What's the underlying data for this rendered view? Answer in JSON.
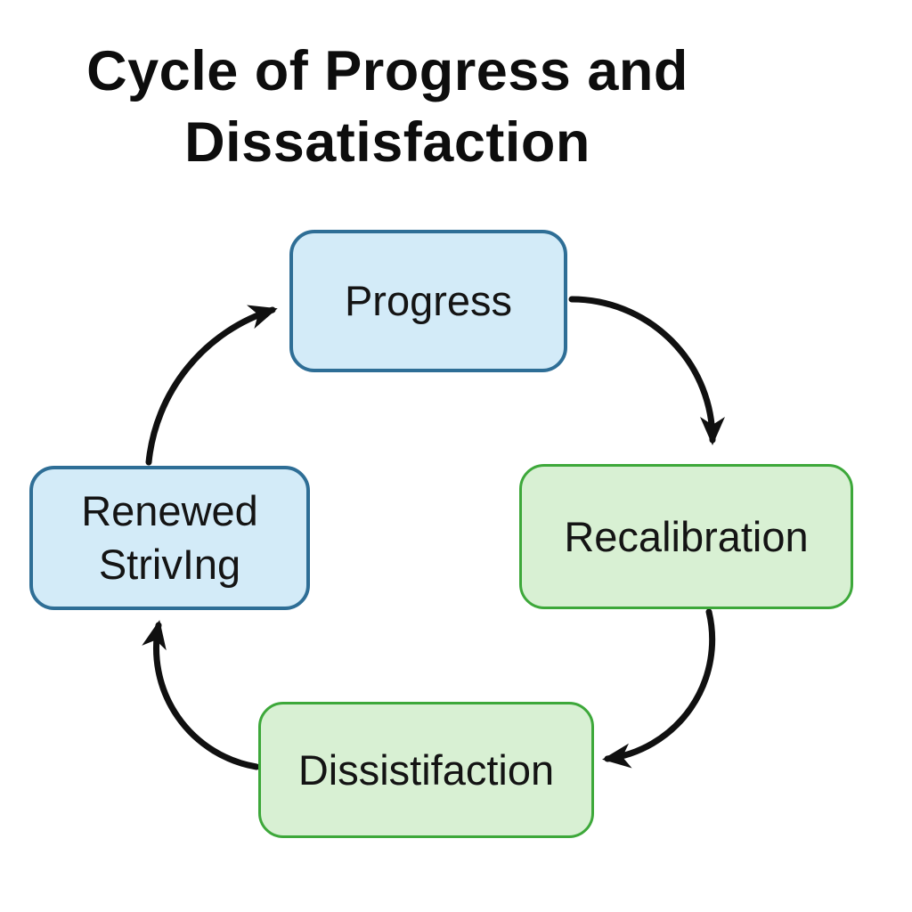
{
  "title": {
    "line1": "Cycle of Progress and",
    "line2": "Dissatisfaction"
  },
  "nodes": {
    "progress": {
      "label": "Progress",
      "scheme": "blue"
    },
    "recalibration": {
      "label": "Recalibration",
      "scheme": "green"
    },
    "dissatisfaction": {
      "label": "Dissistifaction",
      "scheme": "green"
    },
    "renewed_striving": {
      "line1": "Renewed",
      "line2": "StrivIng",
      "scheme": "blue"
    }
  },
  "edges": [
    {
      "from": "progress",
      "to": "recalibration"
    },
    {
      "from": "recalibration",
      "to": "dissatisfaction"
    },
    {
      "from": "dissatisfaction",
      "to": "renewed_striving"
    },
    {
      "from": "renewed_striving",
      "to": "progress"
    }
  ],
  "colors": {
    "background": "#ffffff",
    "title_text": "#0d0d0d",
    "node_text": "#141414",
    "blue_fill": "#d3ebf8",
    "blue_border": "#2e6e96",
    "green_fill": "#d8f0d3",
    "green_border": "#3da83a",
    "arrow": "#101010"
  }
}
